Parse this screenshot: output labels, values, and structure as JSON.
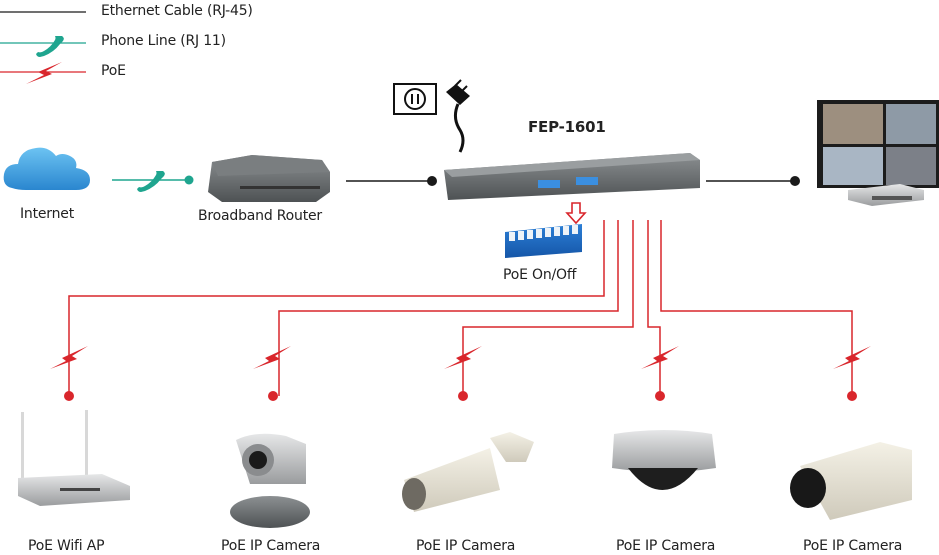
{
  "legend": {
    "items": [
      {
        "label": "Ethernet Cable (RJ-45)",
        "type": "ethernet",
        "color": "#1a1a1a"
      },
      {
        "label": "Phone Line (RJ 11)",
        "type": "phone",
        "color": "#1fa58f"
      },
      {
        "label": "PoE",
        "type": "poe",
        "color": "#d9262c"
      }
    ]
  },
  "colors": {
    "ethernet": "#1a1a1a",
    "phone": "#1fa58f",
    "poe": "#d9262c",
    "cloud": "#3fa3e0"
  },
  "nodes": {
    "internet": {
      "label": "Internet"
    },
    "router": {
      "label": "Broadband Router"
    },
    "switch": {
      "label": "FEP-1601"
    },
    "dip": {
      "label": "PoE On/Off"
    },
    "nvr": {
      "label": ""
    }
  },
  "devices": [
    {
      "label": "PoE Wifi AP",
      "kind": "wifi-ap"
    },
    {
      "label": "PoE IP Camera",
      "kind": "ptz-camera"
    },
    {
      "label": "PoE IP Camera",
      "kind": "bullet-camera"
    },
    {
      "label": "PoE IP Camera",
      "kind": "dome-camera"
    },
    {
      "label": "PoE IP Camera",
      "kind": "box-camera"
    }
  ]
}
